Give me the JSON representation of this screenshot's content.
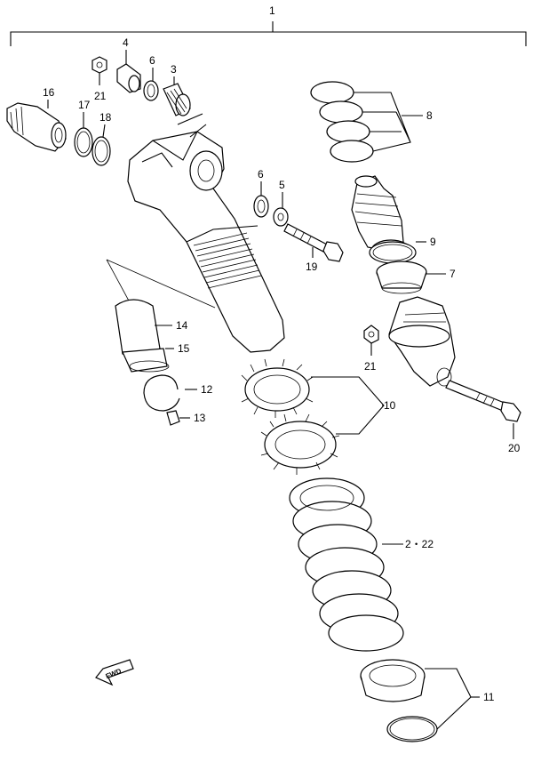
{
  "diagram": {
    "assembly_label": "1",
    "callouts": {
      "c2_22": "2・22",
      "c3": "3",
      "c4": "4",
      "c5": "5",
      "c6_top": "6",
      "c6_mid": "6",
      "c7": "7",
      "c8": "8",
      "c9": "9",
      "c10": "10",
      "c11": "11",
      "c12": "12",
      "c13": "13",
      "c14": "14",
      "c15": "15",
      "c16": "16",
      "c17": "17",
      "c18": "18",
      "c19": "19",
      "c20": "20",
      "c21_top": "21",
      "c21_right": "21"
    },
    "fwd_label": "FWD"
  }
}
